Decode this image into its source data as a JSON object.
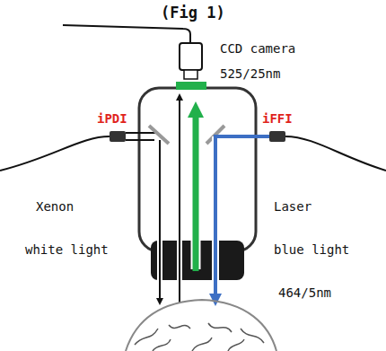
{
  "diagram": {
    "title": "(Fig 1)",
    "labels": [
      "CCD camera",
      "525/25nm",
      "iPDI",
      "iFFI",
      "Xenon",
      "white light",
      "Laser",
      "blue light",
      "464/5nm"
    ]
  }
}
